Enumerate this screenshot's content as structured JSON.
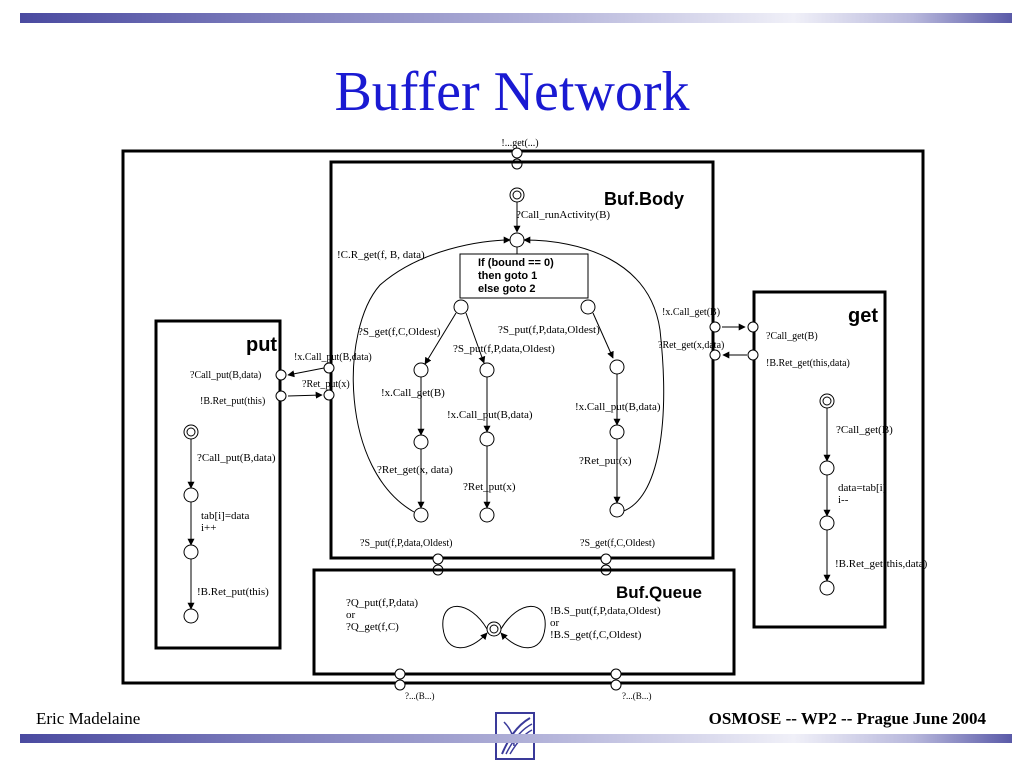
{
  "slide": {
    "title": "Buffer Network",
    "footer_left": "Eric Madelaine",
    "footer_right": "OSMOSE -- WP2 -- Prague June 2004"
  },
  "diagram": {
    "outer_top_label": "!...get(...)",
    "outer_bottom_labels": [
      "?...(B...)",
      "?...(B...)"
    ],
    "body": {
      "title": "Buf.Body",
      "call_run": "?Call_runActivity(B)",
      "c_r_get": "!C.R_get(f, B, data)",
      "cond_lines": [
        "If (bound == 0)",
        "then goto 1",
        "else goto 2"
      ],
      "s_get_1": "?S_get(f,C,Oldest)",
      "s_put_1": "?S_put(f,P,data,Oldest)",
      "s_put_2": "?S_put(f,P,data,Oldest)",
      "x_call_get": "!x.Call_get(B)",
      "x_call_put_1": "!x.Call_put(B,data)",
      "x_call_put_2": "!x.Call_put(B,data)",
      "ret_get": "?Ret_get(x, data)",
      "ret_put_1": "?Ret_put(x)",
      "ret_put_2": "?Ret_put(x)",
      "port_s_put": "?S_put(f,P,data,Oldest)",
      "port_s_get": "?S_get(f,C,Oldest)",
      "port_ix_call_put": "!x.Call_put(B,data)",
      "port_ret_put": "?Ret_put(x)",
      "port_ix_call_get": "!x.Call_get(B)",
      "port_ret_get": "?Ret_get(x,data)"
    },
    "put": {
      "title": "put",
      "port_call_put": "?Call_put(B,data)",
      "port_b_ret_put": "!B.Ret_put(this)",
      "t_call_put": "?Call_put(B,data)",
      "t_assign_1": "tab[i]=data",
      "t_assign_2": "i++",
      "t_b_ret_put": "!B.Ret_put(this)"
    },
    "get": {
      "title": "get",
      "port_call_get": "?Call_get(B)",
      "port_b_ret_get": "!B.Ret_get(this,data)",
      "t_call_get": "?Call_get(B)",
      "t_assign_1": "data=tab[i]",
      "t_assign_2": "i--",
      "t_b_ret_get": "!B.Ret_get(this,data)"
    },
    "queue": {
      "title": "Buf.Queue",
      "left_1": "?Q_put(f,P,data)",
      "left_2": "or",
      "left_3": "?Q_get(f,C)",
      "right_1": "!B.S_put(f,P,data,Oldest)",
      "right_2": "or",
      "right_3": "!B.S_get(f,C,Oldest)"
    }
  },
  "icons": {
    "logo": "stylized-feather-logo-icon"
  }
}
